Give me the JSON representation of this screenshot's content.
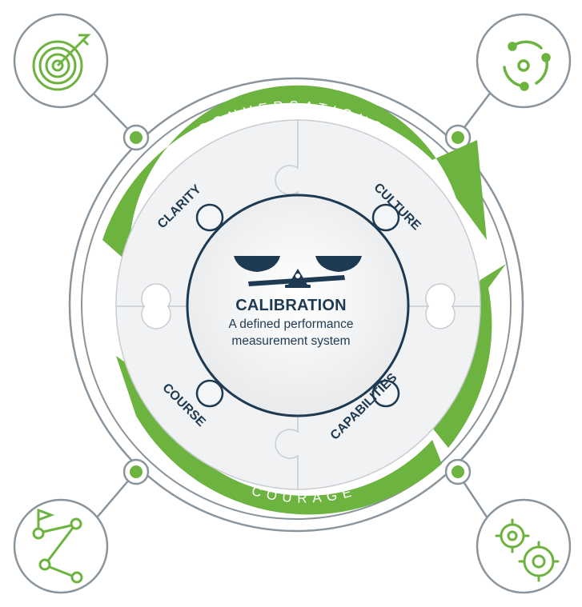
{
  "center": {
    "title": "CALIBRATION",
    "subtitle_line1": "A defined performance",
    "subtitle_line2": "measurement system"
  },
  "quadrants": {
    "top_left": "CLARITY",
    "top_right": "CULTURE",
    "bottom_left": "COURSE",
    "bottom_right": "CAPABILITIES"
  },
  "ring_labels": {
    "top": "CONVERSATIONS",
    "bottom": "COURAGE"
  },
  "icons": {
    "top_left": "target-icon",
    "top_right": "people-network-icon",
    "bottom_left": "path-flag-icon",
    "bottom_right": "gears-icon",
    "center": "balance-scale-icon"
  },
  "colors": {
    "green": "#6db33f",
    "navy": "#1e3a52",
    "gray_line": "#8a949c",
    "puzzle_fill": "#f1f2f3"
  }
}
